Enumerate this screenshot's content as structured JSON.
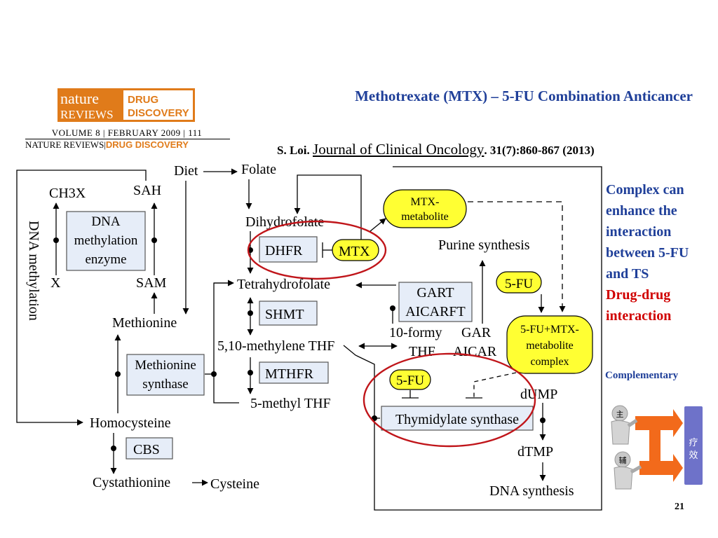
{
  "slide": {
    "title": "Methotrexate (MTX) – 5-FU Combination Anticancer",
    "citation": {
      "author": "S. Loi.",
      "journal": "Journal of Clinical Oncology",
      "details": ". 31(7):860-867 (2013)"
    },
    "side_text": {
      "line1": "Complex can enhance the interaction between 5-FU and TS",
      "line2": "Drug-drug interaction",
      "complementary": "Complementary"
    },
    "page_number": "21"
  },
  "journal_logo": {
    "nature": "nature",
    "reviews": "REVIEWS",
    "drug": "DRUG",
    "discovery": "DISCOVERY",
    "volume_line": "VOLUME 8 | FEBRUARY 2009 | 111",
    "nr_label": "NATURE REVIEWS",
    "dd_label": "DRUG DISCOVERY",
    "brand_color": "#e07b1a"
  },
  "diagram": {
    "diet": "Diet",
    "folate": "Folate",
    "dihydrofolate": "Dihydrofolate",
    "dhfr": "DHFR",
    "mtx": "MTX",
    "mtx_metabolite_1": "MTX-",
    "mtx_metabolite_2": "metabolite",
    "purine_synthesis": "Purine synthesis",
    "tetrahydrofolate": "Tetrahydrofolate",
    "gart": "GART",
    "aicarft": "AICARFT",
    "fu_1": "5-FU",
    "shmt": "SHMT",
    "formy_1": "10-formy",
    "formy_2": "THF",
    "gar": "GAR",
    "aicar": "AICAR",
    "complex_1": "5-FU+MTX-",
    "complex_2": "metabolite",
    "complex_3": "complex",
    "methylene_thf": "5,10-methylene THF",
    "mthfr": "MTHFR",
    "fu_2": "5-FU",
    "dump": "dUMP",
    "methyl_thf": "5-methyl THF",
    "thymidylate_synthase": "Thymidylate synthase",
    "dtmp": "dTMP",
    "dna_synthesis": "DNA synthesis",
    "ch3x": "CH3X",
    "sah": "SAH",
    "dna_enzyme_1": "DNA",
    "dna_enzyme_2": "methylation",
    "dna_enzyme_3": "enzyme",
    "x": "X",
    "sam": "SAM",
    "dna_methylation": "DNA methylation",
    "methionine": "Methionine",
    "met_synthase_1": "Methionine",
    "met_synthase_2": "synthase",
    "homocysteine": "Homocysteine",
    "cbs": "CBS",
    "cystathionine": "Cystathionine",
    "cysteine": "Cysteine"
  },
  "cartoon": {
    "main": "主",
    "aux": "辅",
    "label_1": "疗",
    "label_2": "效"
  },
  "colors": {
    "title_blue": "#1f3f99",
    "highlight_red": "#d00000",
    "box_fill": "#e6edf8",
    "yellow": "#ffff33",
    "arrow_orange": "#f26a1b",
    "bar_purple": "#6e72c9"
  }
}
